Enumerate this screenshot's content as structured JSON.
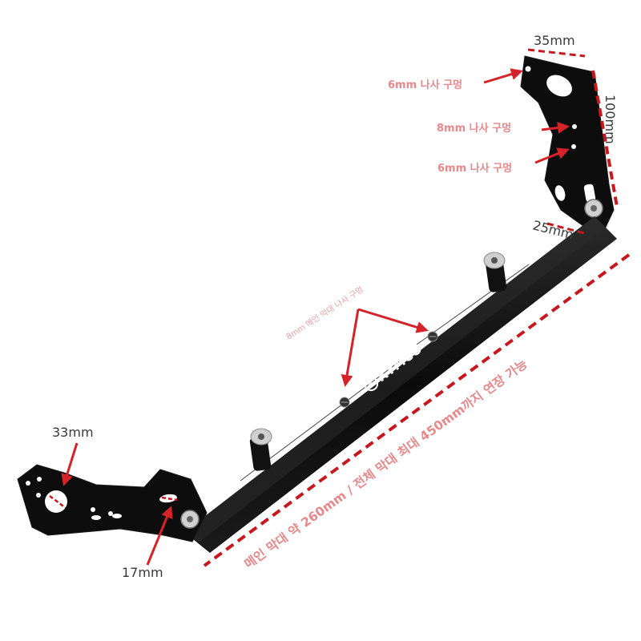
{
  "labels": {
    "dim_top_width": "35mm",
    "dim_right_height": "100mm",
    "dim_bottom_right": "25mm",
    "dim_left_top": "33mm",
    "dim_left_bottom": "17mm",
    "hole_6mm_top": "6mm 나사 구멍",
    "hole_8mm": "8mm 나사 구멍",
    "hole_6mm_bottom": "6mm 나사 구멍",
    "main_bar_holes": "8mm 메인 막대 나사 구멍",
    "main_length": "메인 막대 약 260mm / 전체 막대 최대 450mm까지 연장 가능"
  },
  "brand": {
    "logo_text": "KYMCO"
  },
  "colors": {
    "bar": "#0e0e0e",
    "arrow": "#d6232a",
    "dashed": "#c8181e",
    "label_red": "#e8888a"
  }
}
